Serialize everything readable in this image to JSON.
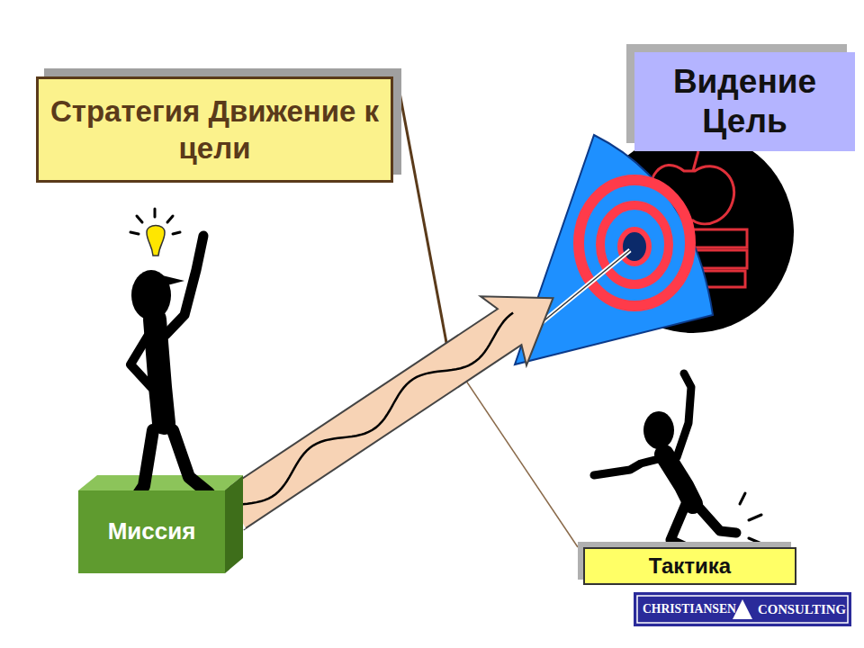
{
  "diagram": {
    "nodes": [
      {
        "text": [
          "Стратегия Движение к цели"
        ]
      },
      {
        "text": [
          "Видение Цель"
        ]
      },
      {
        "text": [
          "Миссия"
        ]
      },
      {
        "text": [
          "Тактика"
        ]
      }
    ],
    "labels": [
      "CHRISTIANSEN",
      "CONSULTING"
    ]
  }
}
